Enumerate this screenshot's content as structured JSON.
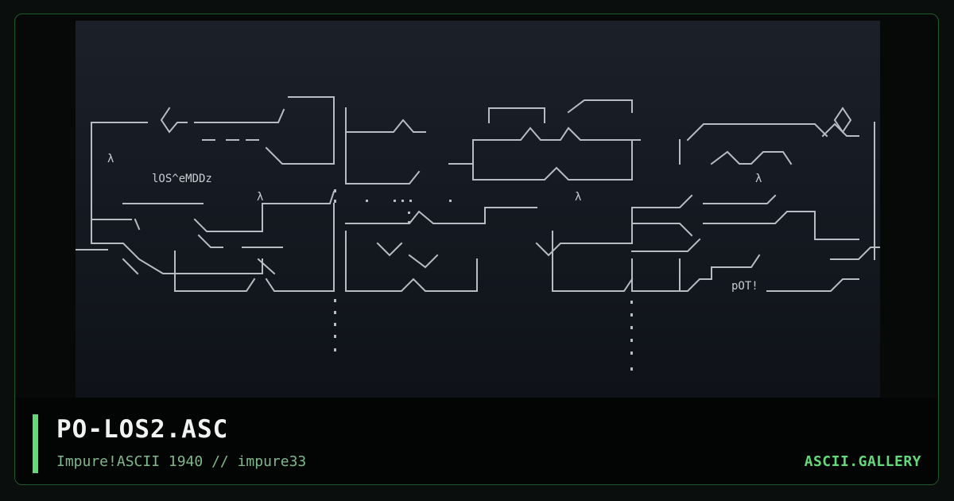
{
  "card": {
    "title": "PO-LOS2.ASC",
    "subtitle": "Impure!ASCII 1940 // impure33",
    "brand": "ASCII.GALLERY"
  },
  "artwork": {
    "kind": "ascii-art-preview",
    "texts": {
      "t1": "λ",
      "t2": "lOS^eMDDz",
      "t3": "λ",
      "t4": "λ",
      "t5": "λ",
      "t6": "pOT!"
    }
  },
  "colors": {
    "accent": "#63d97a",
    "border": "#1f5a2e",
    "title": "#f2f2f2",
    "subtitle": "#7fb88c",
    "ascii": "#b7bcc4"
  }
}
